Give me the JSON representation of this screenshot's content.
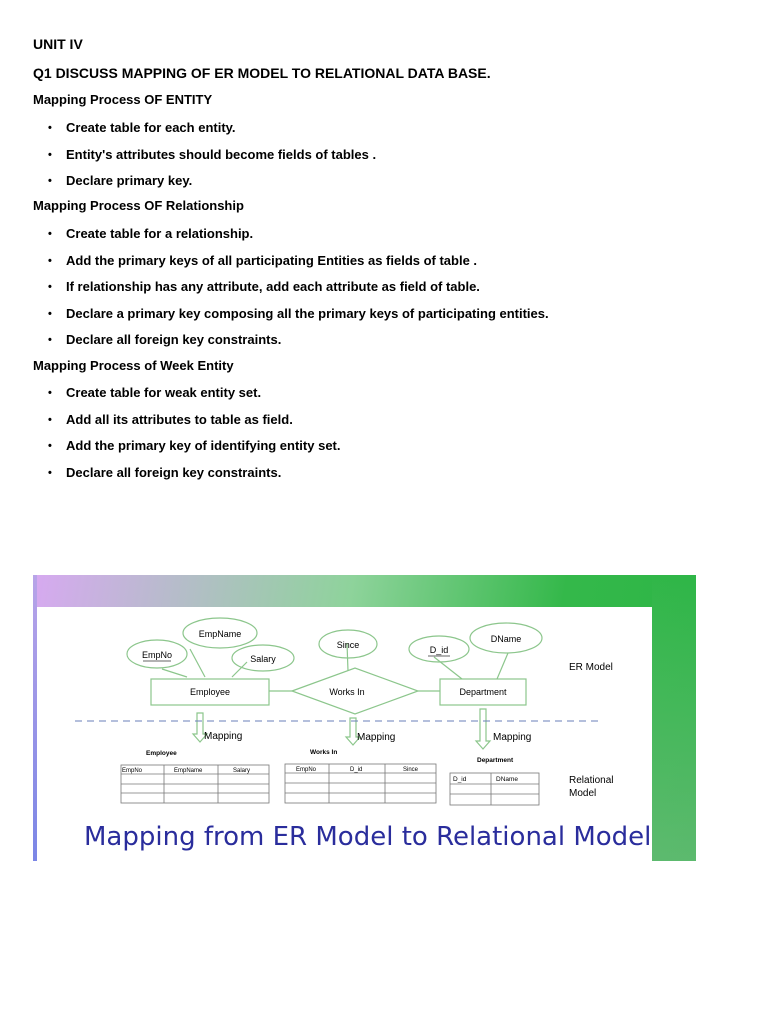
{
  "heading": {
    "unit": "UNIT IV",
    "question": "Q1 DISCUSS MAPPING OF ER MODEL TO RELATIONAL DATA BASE."
  },
  "sections": [
    {
      "title": "Mapping Process OF ENTITY",
      "items": [
        "Create table for each entity.",
        "Entity's attributes should become fields of tables .",
        "Declare primary key."
      ]
    },
    {
      "title": "Mapping Process OF Relationship",
      "items": [
        "Create table for a relationship.",
        "Add the primary keys of all participating Entities as fields of table .",
        "If relationship has any attribute, add each attribute as field of table.",
        "Declare a primary key composing all the primary keys of participating entities.",
        "Declare all foreign key constraints."
      ]
    },
    {
      "title": "Mapping Process of Week Entity",
      "items": [
        "Create table for weak entity set.",
        "Add all its attributes to table as field.",
        "Add the primary key of identifying entity set.",
        "Declare all foreign key constraints."
      ]
    }
  ],
  "figure": {
    "caption": "Mapping from ER Model to Relational Model",
    "er_model_label": "ER Model",
    "relational_label_line1": "Relational",
    "relational_label_line2": "Model",
    "mapping_label": "Mapping",
    "attributes": {
      "empname": "EmpName",
      "empno": "EmpNo",
      "salary": "Salary",
      "since": "Since",
      "did": "D_id",
      "dname": "DName"
    },
    "entities": {
      "employee": "Employee",
      "department": "Department"
    },
    "relationship": "Works In",
    "tables": {
      "employee": {
        "name": "Employee",
        "columns": [
          "EmpNo",
          "EmpName",
          "Salary"
        ]
      },
      "works_in": {
        "name": "Works In",
        "columns": [
          "EmpNo",
          "D_id",
          "Since"
        ]
      },
      "department": {
        "name": "Department",
        "columns": [
          "D_id",
          "DName"
        ]
      }
    },
    "colors": {
      "shape_stroke": "#8cc68c",
      "dash_line": "#6a7fb8",
      "caption": "#2a2d9c"
    }
  }
}
